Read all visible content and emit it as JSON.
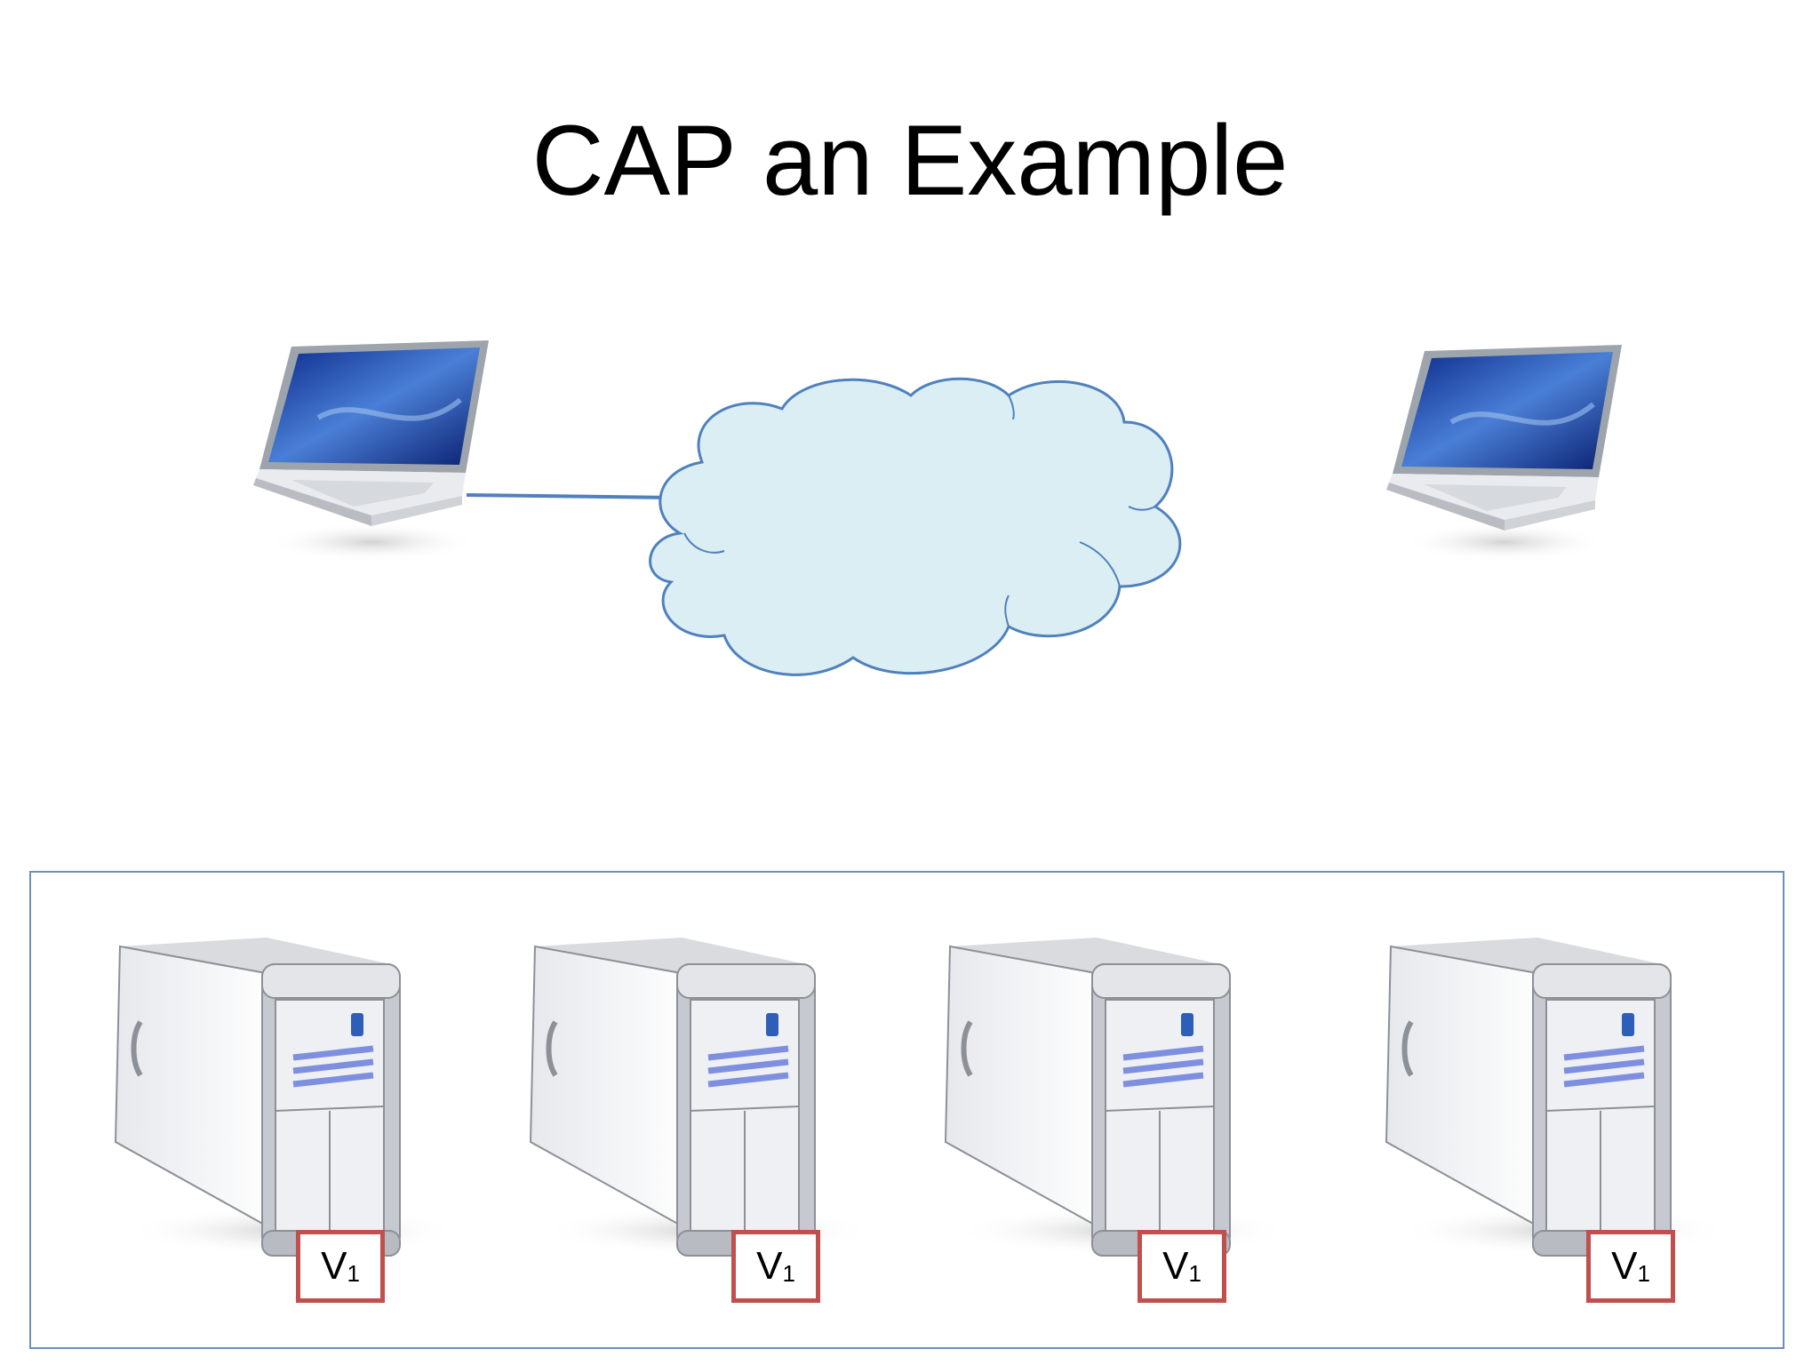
{
  "slide": {
    "title": "CAP an Example"
  },
  "icons": {
    "client_left": "laptop-icon",
    "client_right": "laptop-icon",
    "network": "cloud-icon",
    "servers": [
      "server-tower-icon",
      "server-tower-icon",
      "server-tower-icon",
      "server-tower-icon"
    ]
  },
  "servers": [
    {
      "value_main": "V",
      "value_sub": "1"
    },
    {
      "value_main": "V",
      "value_sub": "1"
    },
    {
      "value_main": "V",
      "value_sub": "1"
    },
    {
      "value_main": "V",
      "value_sub": "1"
    }
  ],
  "colors": {
    "cloud_fill": "#dbeef4",
    "cloud_stroke": "#4f81bd",
    "link": "#4f81bd",
    "value_border": "#c0504d",
    "tray_border": "#6d8fb8"
  }
}
